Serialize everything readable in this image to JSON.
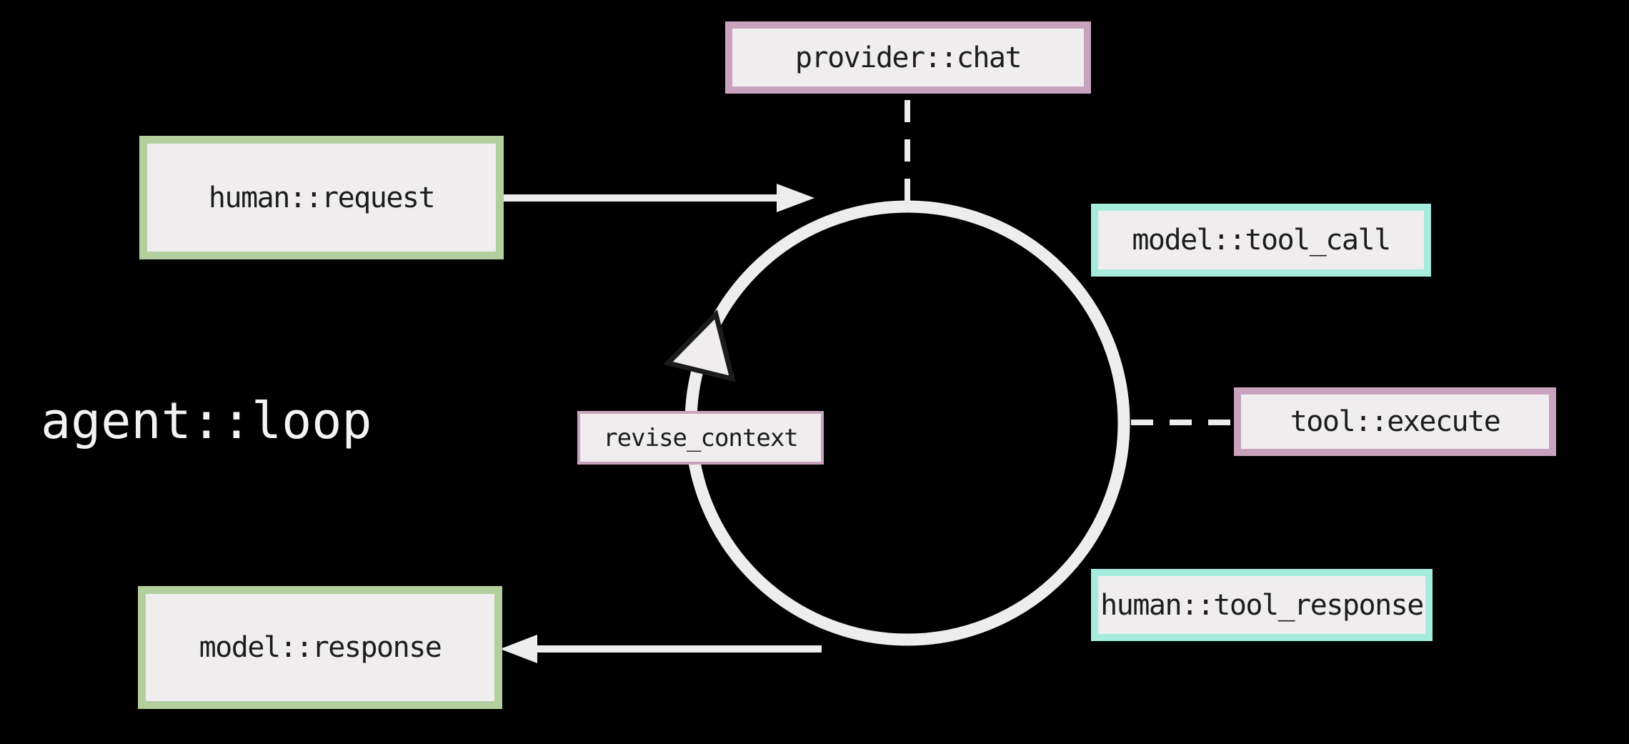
{
  "diagram": {
    "title": "agent::loop",
    "nodes": {
      "provider_chat": {
        "label": "provider::chat",
        "accent": "mauve"
      },
      "human_request": {
        "label": "human::request",
        "accent": "green"
      },
      "model_tool_call": {
        "label": "model::tool_call",
        "accent": "cyan"
      },
      "tool_execute": {
        "label": "tool::execute",
        "accent": "mauve"
      },
      "human_tool_response": {
        "label": "human::tool_response",
        "accent": "cyan"
      },
      "model_response": {
        "label": "model::response",
        "accent": "green"
      },
      "revise_context": {
        "label": "revise_context",
        "accent": "mauve"
      }
    },
    "edges": [
      {
        "from": "human_request",
        "to": "agent_loop_circle",
        "style": "solid",
        "arrowhead": "filled-right"
      },
      {
        "from": "provider_chat",
        "to": "agent_loop_circle",
        "style": "dashed",
        "arrowhead": "none"
      },
      {
        "from": "agent_loop_circle",
        "to": "tool_execute",
        "style": "dashed",
        "arrowhead": "none"
      },
      {
        "from": "agent_loop_circle",
        "to": "model_response",
        "style": "solid",
        "arrowhead": "filled-left"
      },
      {
        "on": "agent_loop_circle",
        "type": "loop-direction-arrowhead",
        "direction": "counterclockwise"
      }
    ],
    "colors": {
      "background": "#000000",
      "box_fill": "#efedee",
      "green_border": "#b3cf9e",
      "mauve_border": "#c9a3bd",
      "cyan_border": "#a6ecdd",
      "line": "#eeeded",
      "text": "#1c1c1e",
      "title_text": "#f3f3f3"
    }
  }
}
